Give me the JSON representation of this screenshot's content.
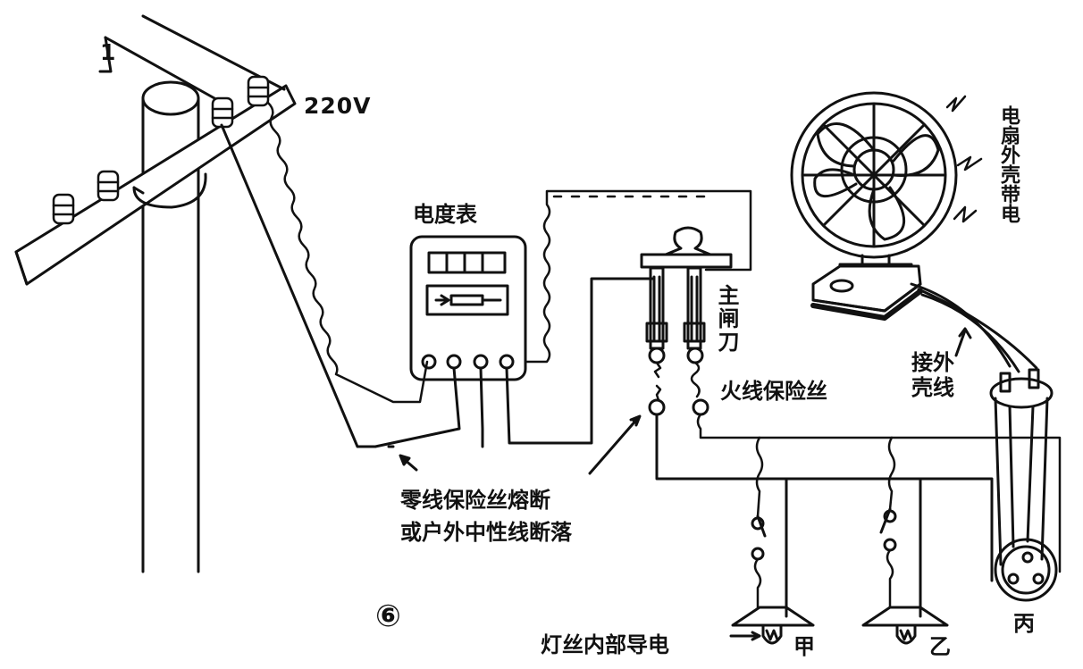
{
  "labels": {
    "voltage": "220V",
    "pole_mark": "1",
    "meter": "电度表",
    "main_switch": "主闸刀",
    "live_fuse": "火线保险丝",
    "fan_shell": "电扇外壳带电",
    "shell_wire": "接外壳线",
    "neutral_fault_line1": "零线保险丝熔断",
    "neutral_fault_line2": "或户外中性线断落",
    "filament_fault": "灯丝内部导电",
    "lamp_a": "甲",
    "lamp_b": "乙",
    "socket_c": "丙",
    "figure_number": "⑥"
  },
  "icons": [
    "utility-pole-icon",
    "insulator-icon",
    "watt-hour-meter-icon",
    "knife-switch-icon",
    "fuse-icon",
    "electric-fan-icon",
    "lightning-spark-icon",
    "lamp-icon",
    "socket-icon"
  ]
}
